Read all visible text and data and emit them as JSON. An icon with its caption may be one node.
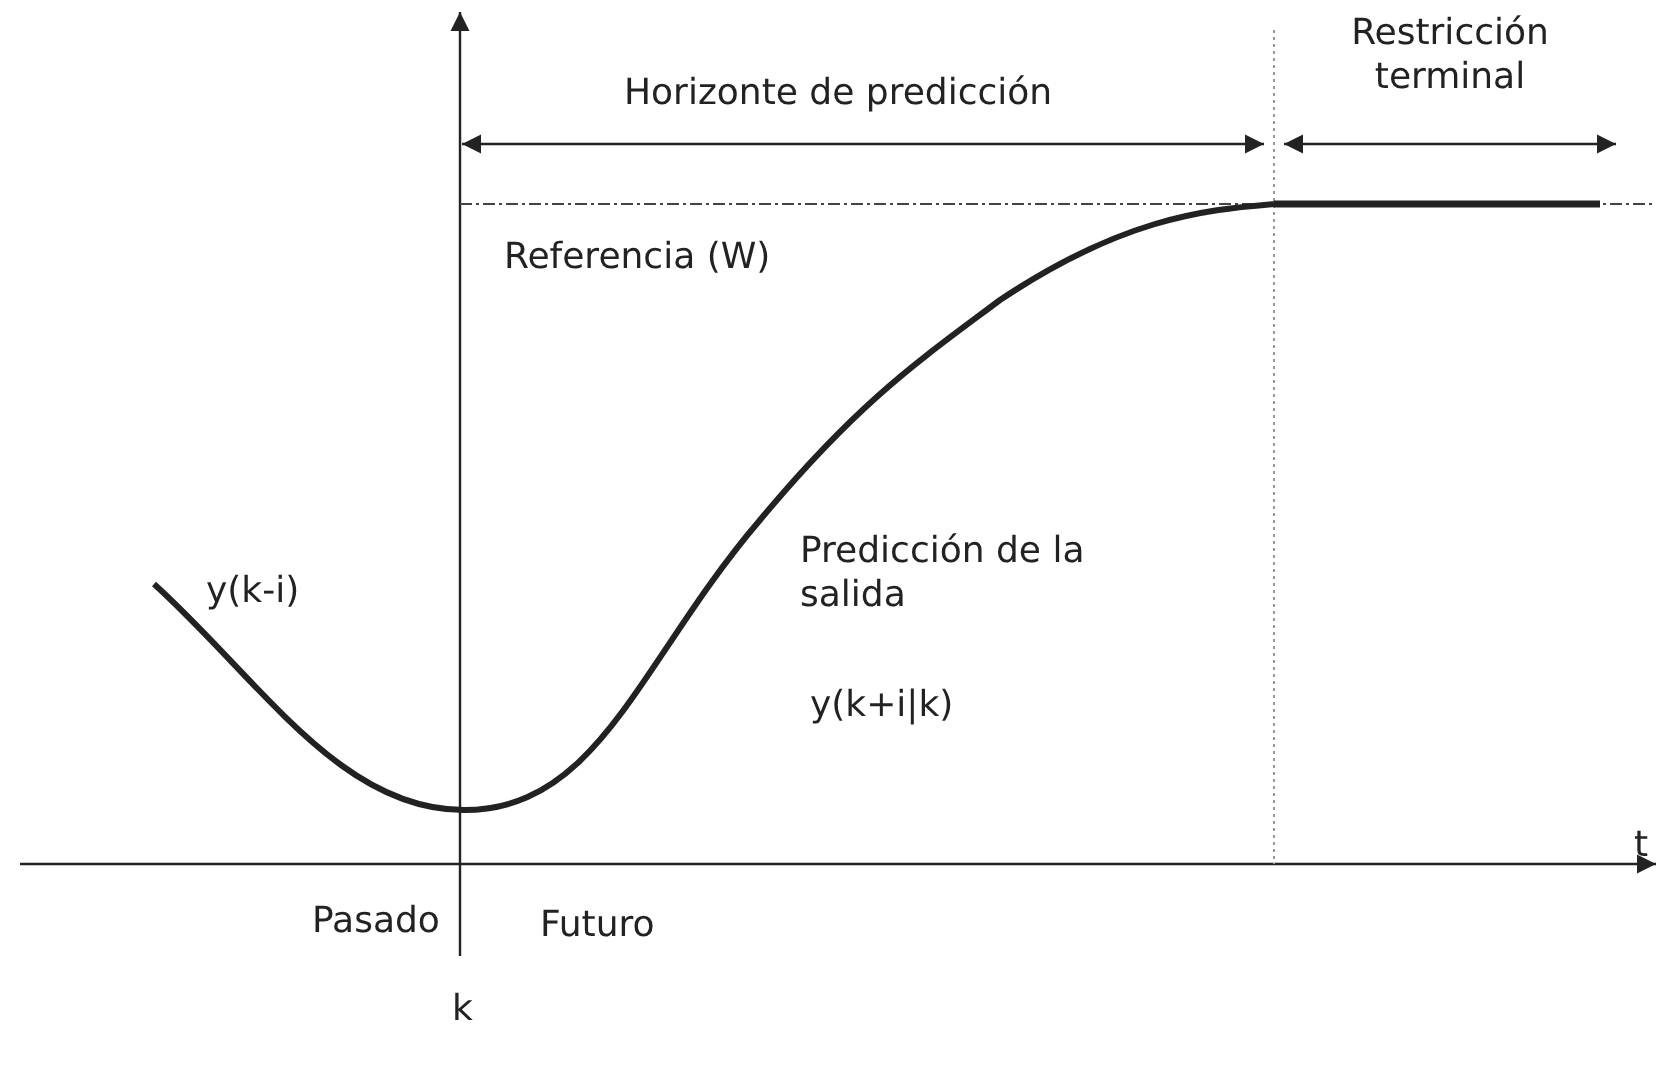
{
  "diagram": {
    "labels": [
      "Restricción terminal",
      "Horizonte de predicción",
      "Referencia (W)",
      "y(k-i)",
      "Predicción de la salida",
      "y(k+i|k)",
      "t",
      "Pasado",
      "Futuro",
      "k"
    ]
  }
}
